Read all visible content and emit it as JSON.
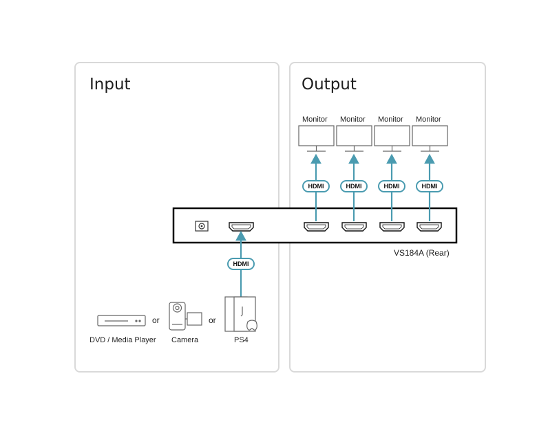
{
  "panels": {
    "input_title": "Input",
    "output_title": "Output"
  },
  "outputs": {
    "monitor_labels": [
      "Monitor",
      "Monitor",
      "Monitor",
      "Monitor"
    ],
    "cable_label": "HDMI"
  },
  "device": {
    "name": "VS184A (Rear)"
  },
  "inputs": {
    "cable_label": "HDMI",
    "sources": [
      "DVD / Media Player",
      "Camera",
      "PS4"
    ],
    "separator": "or"
  },
  "colors": {
    "cable": "#4a9bb0",
    "panel_border": "#d9d9d9",
    "device_outline": "#000000",
    "icon_stroke": "#555555"
  }
}
